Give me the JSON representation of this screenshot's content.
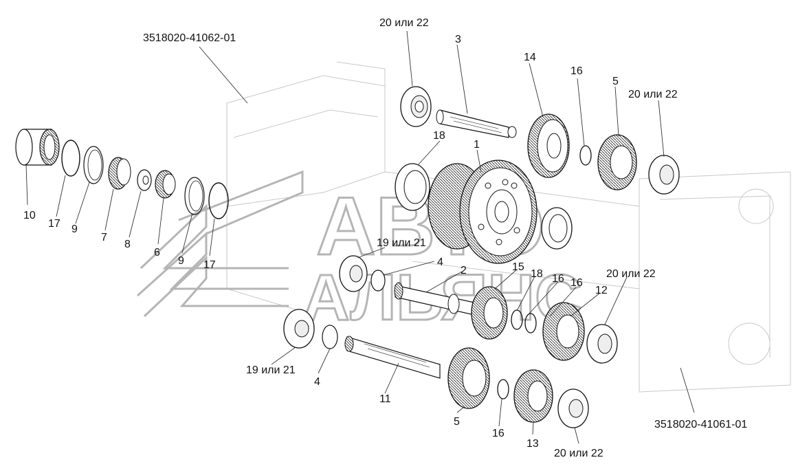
{
  "watermark": {
    "brand_line1": "АВТО",
    "brand_line2": "АЛЬЯНС"
  },
  "assembly_refs": {
    "top_left": "3518020-41062-01",
    "bottom_right": "3518020-41061-01"
  },
  "labels": {
    "p1": "1",
    "p2": "2",
    "p3": "3",
    "p4a": "4",
    "p4b": "4",
    "p5a": "5",
    "p5b": "5",
    "p6": "6",
    "p7": "7",
    "p8": "8",
    "p9a": "9",
    "p9b": "9",
    "p10": "10",
    "p11": "11",
    "p12": "12",
    "p13": "13",
    "p14": "14",
    "p15": "15",
    "p16a": "16",
    "p16b": "16",
    "p16c": "16",
    "p16d": "16",
    "p17a": "17",
    "p17b": "17",
    "p18a": "18",
    "p18b": "18",
    "alt19a": "19 или 21",
    "alt19b": "19 или 21",
    "alt20a": "20 или 22",
    "alt20b": "20 или 22",
    "alt20c": "20 или 22",
    "alt20d": "20 или 22"
  },
  "colors": {
    "line": "#111111",
    "ghost": "#c8c8c8",
    "watermark": "#b5b5b5",
    "background": "#ffffff"
  }
}
